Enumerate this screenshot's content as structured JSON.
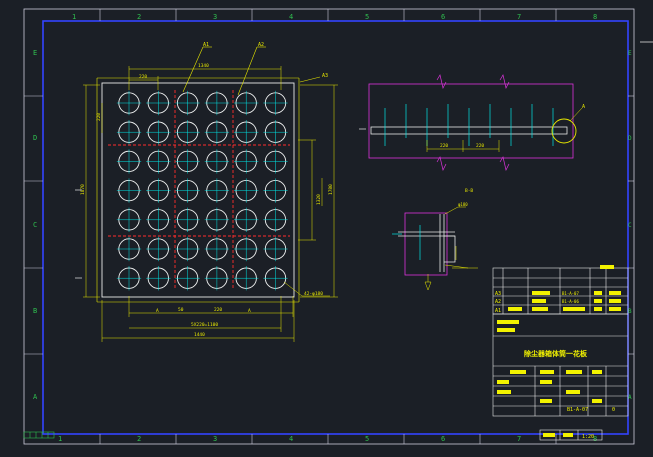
{
  "frame": {
    "top_cols": [
      "1",
      "2",
      "3",
      "4",
      "5",
      "6",
      "7",
      "8"
    ],
    "bottom_cols": [
      "1",
      "2",
      "3",
      "4",
      "5",
      "6",
      "7",
      "8"
    ],
    "rows": [
      "E",
      "D",
      "C",
      "B",
      "A"
    ]
  },
  "plate": {
    "rows": 7,
    "cols": 6,
    "callouts": [
      "A1",
      "A2",
      "A3"
    ],
    "dim_top_span": "1340",
    "dim_pitch": "220",
    "dim_left_total": "1870",
    "dim_right_inner": "1320",
    "dim_right_total": "1780",
    "dim_bottom_a": "50",
    "dim_bottom_b": "220",
    "dim_bottom_total": "5X220=1100",
    "dim_bottom_overall": "1440",
    "hole_note": "42-φ180"
  },
  "elevation": {
    "dim_a": "220",
    "dim_b": "220",
    "label_a": "A",
    "label_b": "A",
    "section_label": "B-B"
  },
  "detail": {
    "label_a": "A",
    "note": "φ180"
  },
  "title_block": {
    "drawing_title": "除尘器箱体筒一花板",
    "drawing_no": "B1-A-07",
    "sheet": "0",
    "scale": "1:20",
    "rows": [
      [
        "A3",
        "",
        "",
        "B1-A-07",
        "",
        ""
      ],
      [
        "A2",
        "",
        "",
        "B1-A-06",
        "",
        ""
      ],
      [
        "A1",
        "",
        "",
        "",
        "",
        ""
      ]
    ]
  },
  "colors": {
    "background": "#1b1f26",
    "frame": "#3344ff",
    "outline": "#e8e8e8",
    "holes": "#eef0f0",
    "dimension": "#e8e800",
    "centerline": "#00e6e6",
    "hidden": "#ff2d2d",
    "section": "#dd33dd",
    "label": "#f2f200"
  }
}
